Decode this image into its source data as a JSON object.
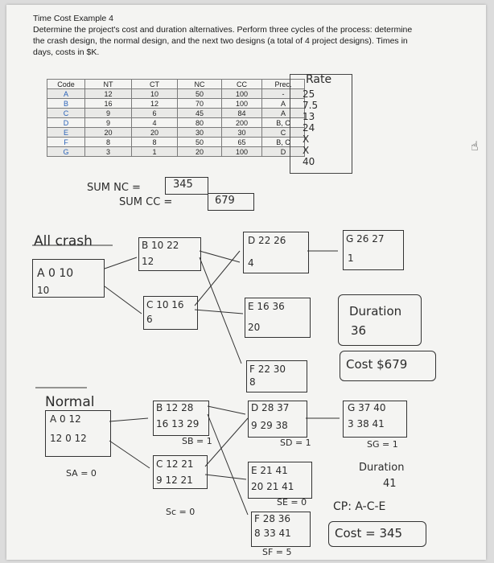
{
  "header": {
    "title": "Time Cost Example 4",
    "line1": "Determine the project's cost and duration alternatives. Perform three cycles of the process: determine",
    "line2": "the crash design, the normal design, and the next two designs (a total of 4 project designs). Times in",
    "line3": "days, costs in $K."
  },
  "table": {
    "headers": [
      "Code",
      "NT",
      "CT",
      "NC",
      "CC",
      "Prec."
    ],
    "rows": [
      [
        "A",
        "12",
        "10",
        "50",
        "100",
        "-"
      ],
      [
        "B",
        "16",
        "12",
        "70",
        "100",
        "A"
      ],
      [
        "C",
        "9",
        "6",
        "45",
        "84",
        "A"
      ],
      [
        "D",
        "9",
        "4",
        "80",
        "200",
        "B, C"
      ],
      [
        "E",
        "20",
        "20",
        "30",
        "30",
        "C"
      ],
      [
        "F",
        "8",
        "8",
        "50",
        "65",
        "B, C"
      ],
      [
        "G",
        "3",
        "1",
        "20",
        "100",
        "D"
      ]
    ],
    "rate_header": "Rate",
    "rates": [
      "25",
      "7.5",
      "13",
      "24",
      "X",
      "X",
      "40"
    ]
  },
  "sums": {
    "sum_nc_label": "SUM NC =",
    "sum_nc": "345",
    "sum_cc_label": "SUM CC =",
    "sum_cc": "679"
  },
  "crash": {
    "label": "All crash",
    "a": {
      "top": "A 0 10",
      "bot": "10"
    },
    "b": {
      "top": "B 10 22",
      "bot": "12"
    },
    "c": {
      "top": "C 10 16",
      "bot": "6"
    },
    "d": {
      "top": "D 22 26",
      "bot": "4"
    },
    "e": {
      "top": "E 16 36",
      "bot": "20"
    },
    "f": {
      "top": "F 22 30",
      "bot": "8"
    },
    "g": {
      "top": "G 26 27",
      "bot": "1"
    },
    "duration_label": "Duration",
    "duration": "36",
    "cost": "Cost $679"
  },
  "normal": {
    "label": "Normal",
    "a": {
      "top": "A 0 12",
      "bot": "12 0 12",
      "slack": "SA = 0"
    },
    "b": {
      "top": "B 12 28",
      "mid": "16 13 29",
      "slack": "SB = 1"
    },
    "c": {
      "top": "C 12 21",
      "bot": "9 12 21",
      "slack": "Sc = 0"
    },
    "d": {
      "top": "D 28 37",
      "bot": "9 29 38",
      "slack": "SD = 1"
    },
    "e": {
      "top": "E 21 41",
      "bot": "20 21 41",
      "slack": "SE = 0"
    },
    "f": {
      "top": "F 28 36",
      "bot": "8 33 41",
      "slack": "SF = 5"
    },
    "g": {
      "top": "G 37 40",
      "bot": "3 38 41",
      "slack": "SG = 1"
    },
    "duration_label": "Duration",
    "duration": "41",
    "cp": "CP: A-C-E",
    "cost": "Cost = 345"
  }
}
